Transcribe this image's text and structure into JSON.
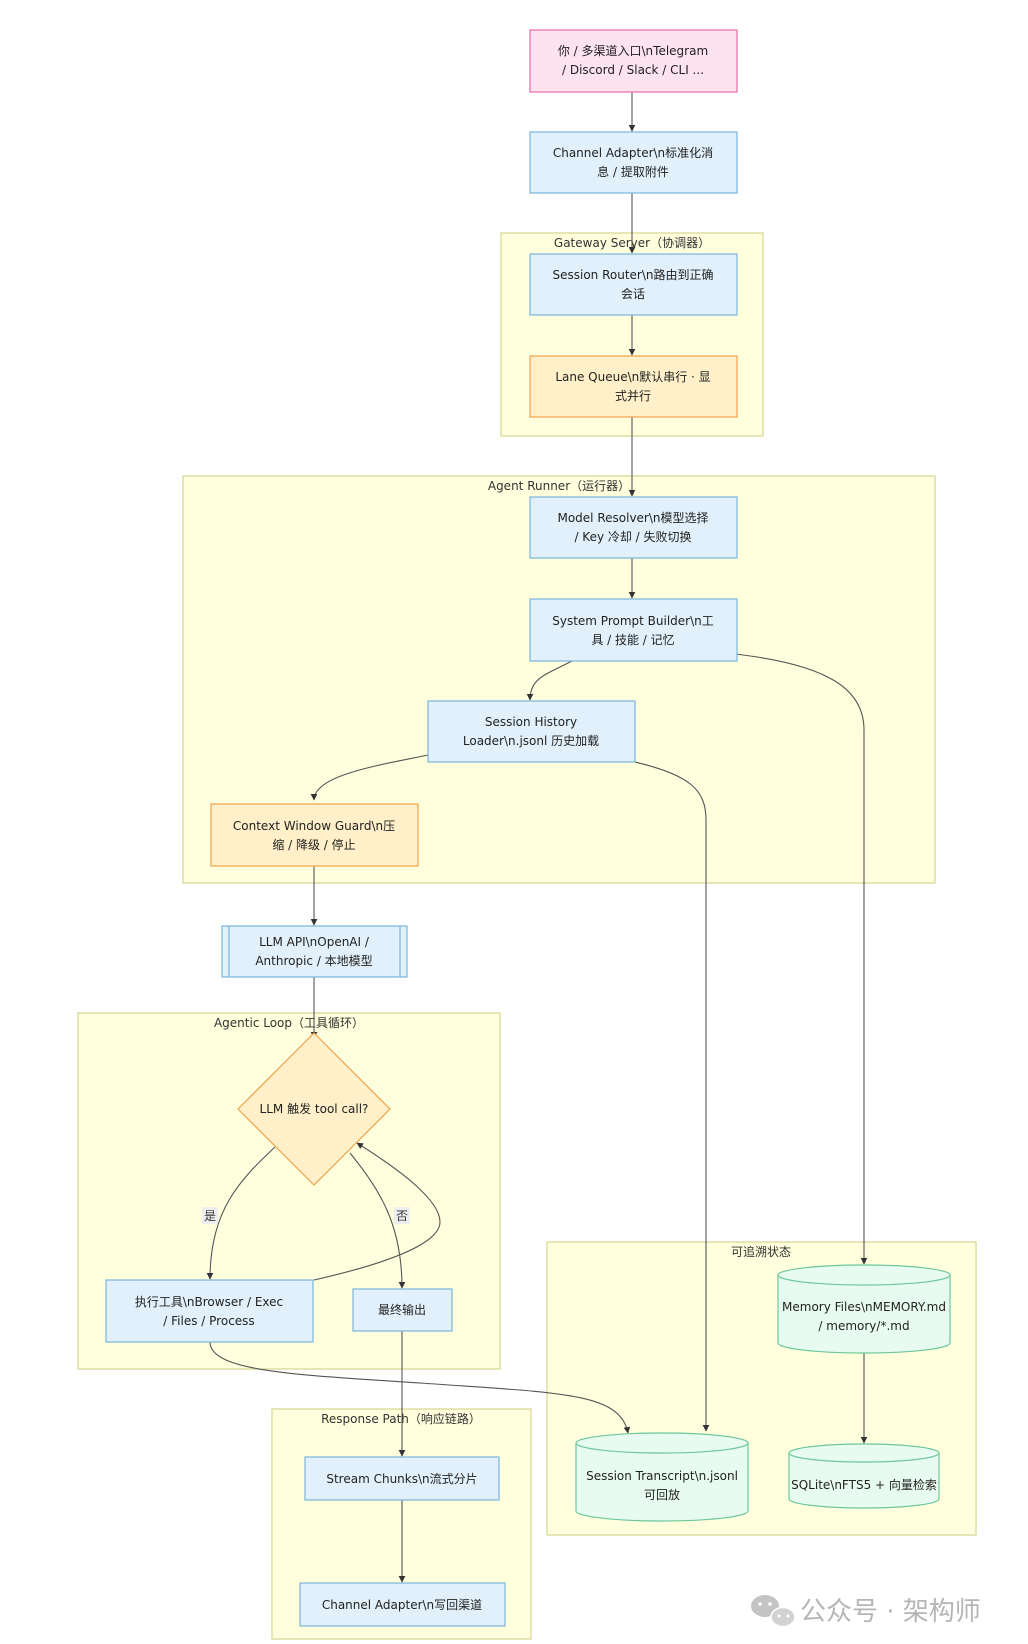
{
  "groups": {
    "gateway": "Gateway Server（协调器）",
    "agent_runner": "Agent Runner（运行器）",
    "agentic_loop": "Agentic Loop（工具循环）",
    "traceable_state": "可追溯状态",
    "response_path": "Response Path（响应链路）"
  },
  "nodes": {
    "you": [
      "你 / 多渠道入口\\nTelegram",
      "/ Discord / Slack / CLI ..."
    ],
    "channel_adapter_in": [
      "Channel Adapter\\n标准化消",
      "息 / 提取附件"
    ],
    "session_router": [
      "Session Router\\n路由到正确",
      "会话"
    ],
    "lane_queue": [
      "Lane Queue\\n默认串行 · 显",
      "式并行"
    ],
    "model_resolver": [
      "Model Resolver\\n模型选择",
      "/ Key 冷却 / 失败切换"
    ],
    "system_prompt": [
      "System Prompt Builder\\n工",
      "具 / 技能 / 记忆"
    ],
    "session_history": [
      "Session History",
      "Loader\\n.jsonl 历史加载"
    ],
    "context_guard": [
      "Context Window Guard\\n压",
      "缩 / 降级 / 停止"
    ],
    "llm_api": [
      "LLM API\\nOpenAI /",
      "Anthropic / 本地模型"
    ],
    "decision": [
      "LLM 触发 tool call?"
    ],
    "exec_tools": [
      "执行工具\\nBrowser / Exec",
      "/ Files / Process"
    ],
    "final_output": [
      "最终输出"
    ],
    "memory_files": [
      "Memory Files\\nMEMORY.md",
      "/ memory/*.md"
    ],
    "sqlite": [
      "SQLite\\nFTS5 + 向量检索"
    ],
    "session_transcript": [
      "Session Transcript\\n.jsonl",
      "可回放"
    ],
    "stream_chunks": [
      "Stream Chunks\\n流式分片"
    ],
    "channel_adapter_out": [
      "Channel Adapter\\n写回渠道"
    ]
  },
  "edge_labels": {
    "yes": "是",
    "no": "否"
  },
  "watermark": "公众号 · 架构师",
  "colors": {
    "group_fill": "#ffffde",
    "group_stroke": "#d6d68f",
    "node_blue": "#e1f0fb",
    "node_pink": "#fde2ef",
    "node_orange": "#fff0c9",
    "node_green": "#e8fbf1"
  }
}
